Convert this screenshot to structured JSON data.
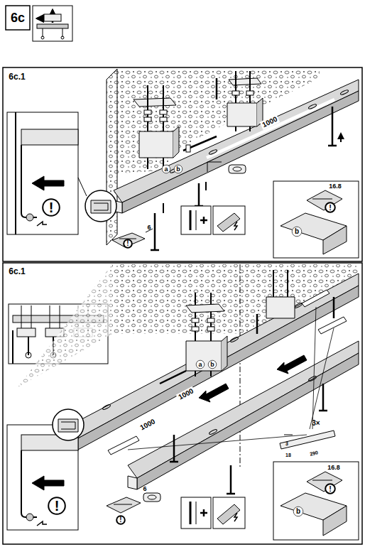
{
  "diagram": {
    "title": "6c",
    "nodes": [
      {
        "text": [
          "a"
        ]
      },
      {
        "text": [
          "b"
        ]
      },
      {
        "text": [
          "!"
        ]
      },
      {
        "text": [
          "!"
        ]
      },
      {
        "text": [
          "b"
        ]
      },
      {
        "text": [
          "!"
        ]
      },
      {
        "text": [
          "a"
        ]
      },
      {
        "text": [
          "b"
        ]
      },
      {
        "text": [
          "!"
        ]
      },
      {
        "text": [
          "!"
        ]
      },
      {
        "text": [
          "b"
        ]
      },
      {
        "text": [
          "!"
        ]
      }
    ],
    "labels": [
      "6c.1",
      "1000",
      "16.8",
      "6",
      "6c.1",
      "1000",
      "1000",
      "3×",
      "3",
      "18",
      "290",
      "6",
      "16.8"
    ]
  }
}
